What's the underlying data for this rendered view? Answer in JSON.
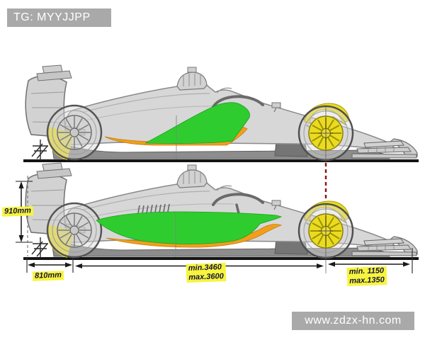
{
  "badges": {
    "telegram": "TG: MYYJJPP",
    "website": "www.zdzx-hn.com"
  },
  "diagram": {
    "dimensions": {
      "car_height": "910mm",
      "rear_overhang": "810mm",
      "wheelbase_min": "min.3460",
      "wheelbase_max": "max.3600",
      "front_overhang_min": "min. 1150",
      "front_overhang_max": "max.1350"
    },
    "colors": {
      "body": "#d7d7d7",
      "floor": "#8d8d8d",
      "highlight_green": "#2fcc2f",
      "highlight_orange": "#f29e1c",
      "wheel_yellow": "#e9dc20",
      "label_bg": "#f7f43e",
      "label_text": "#14143c",
      "badge_bg": "#a9a9a9",
      "red_dash": "#8c1616"
    }
  }
}
